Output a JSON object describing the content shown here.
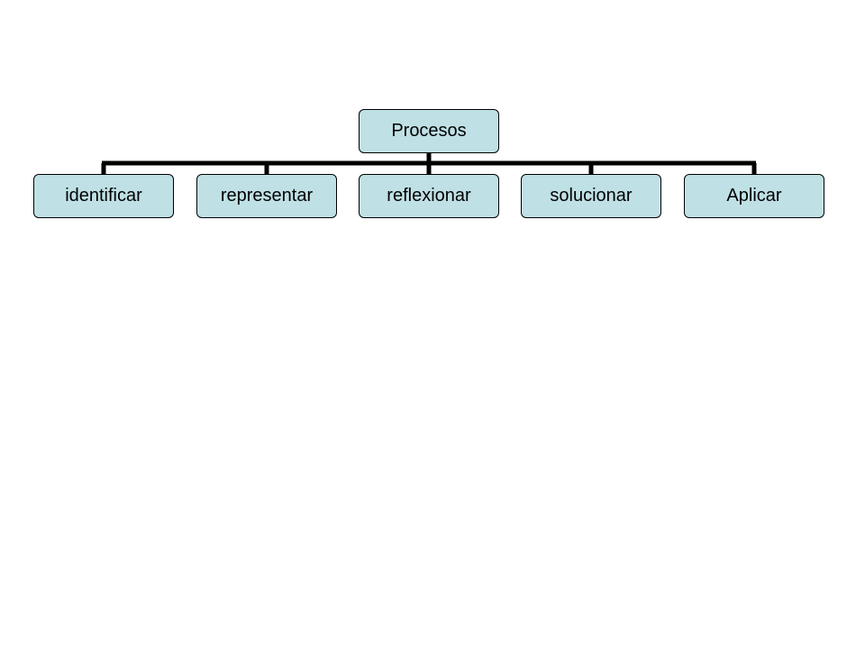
{
  "diagram": {
    "type": "hierarchy",
    "root": {
      "label": "Procesos"
    },
    "children": [
      {
        "label": "identificar"
      },
      {
        "label": "representar"
      },
      {
        "label": "reflexionar"
      },
      {
        "label": "solucionar"
      },
      {
        "label": "Aplicar"
      }
    ]
  },
  "colors": {
    "node_fill": "#bfe0e5",
    "node_border": "#000000",
    "connector": "#000000",
    "background": "#ffffff"
  }
}
